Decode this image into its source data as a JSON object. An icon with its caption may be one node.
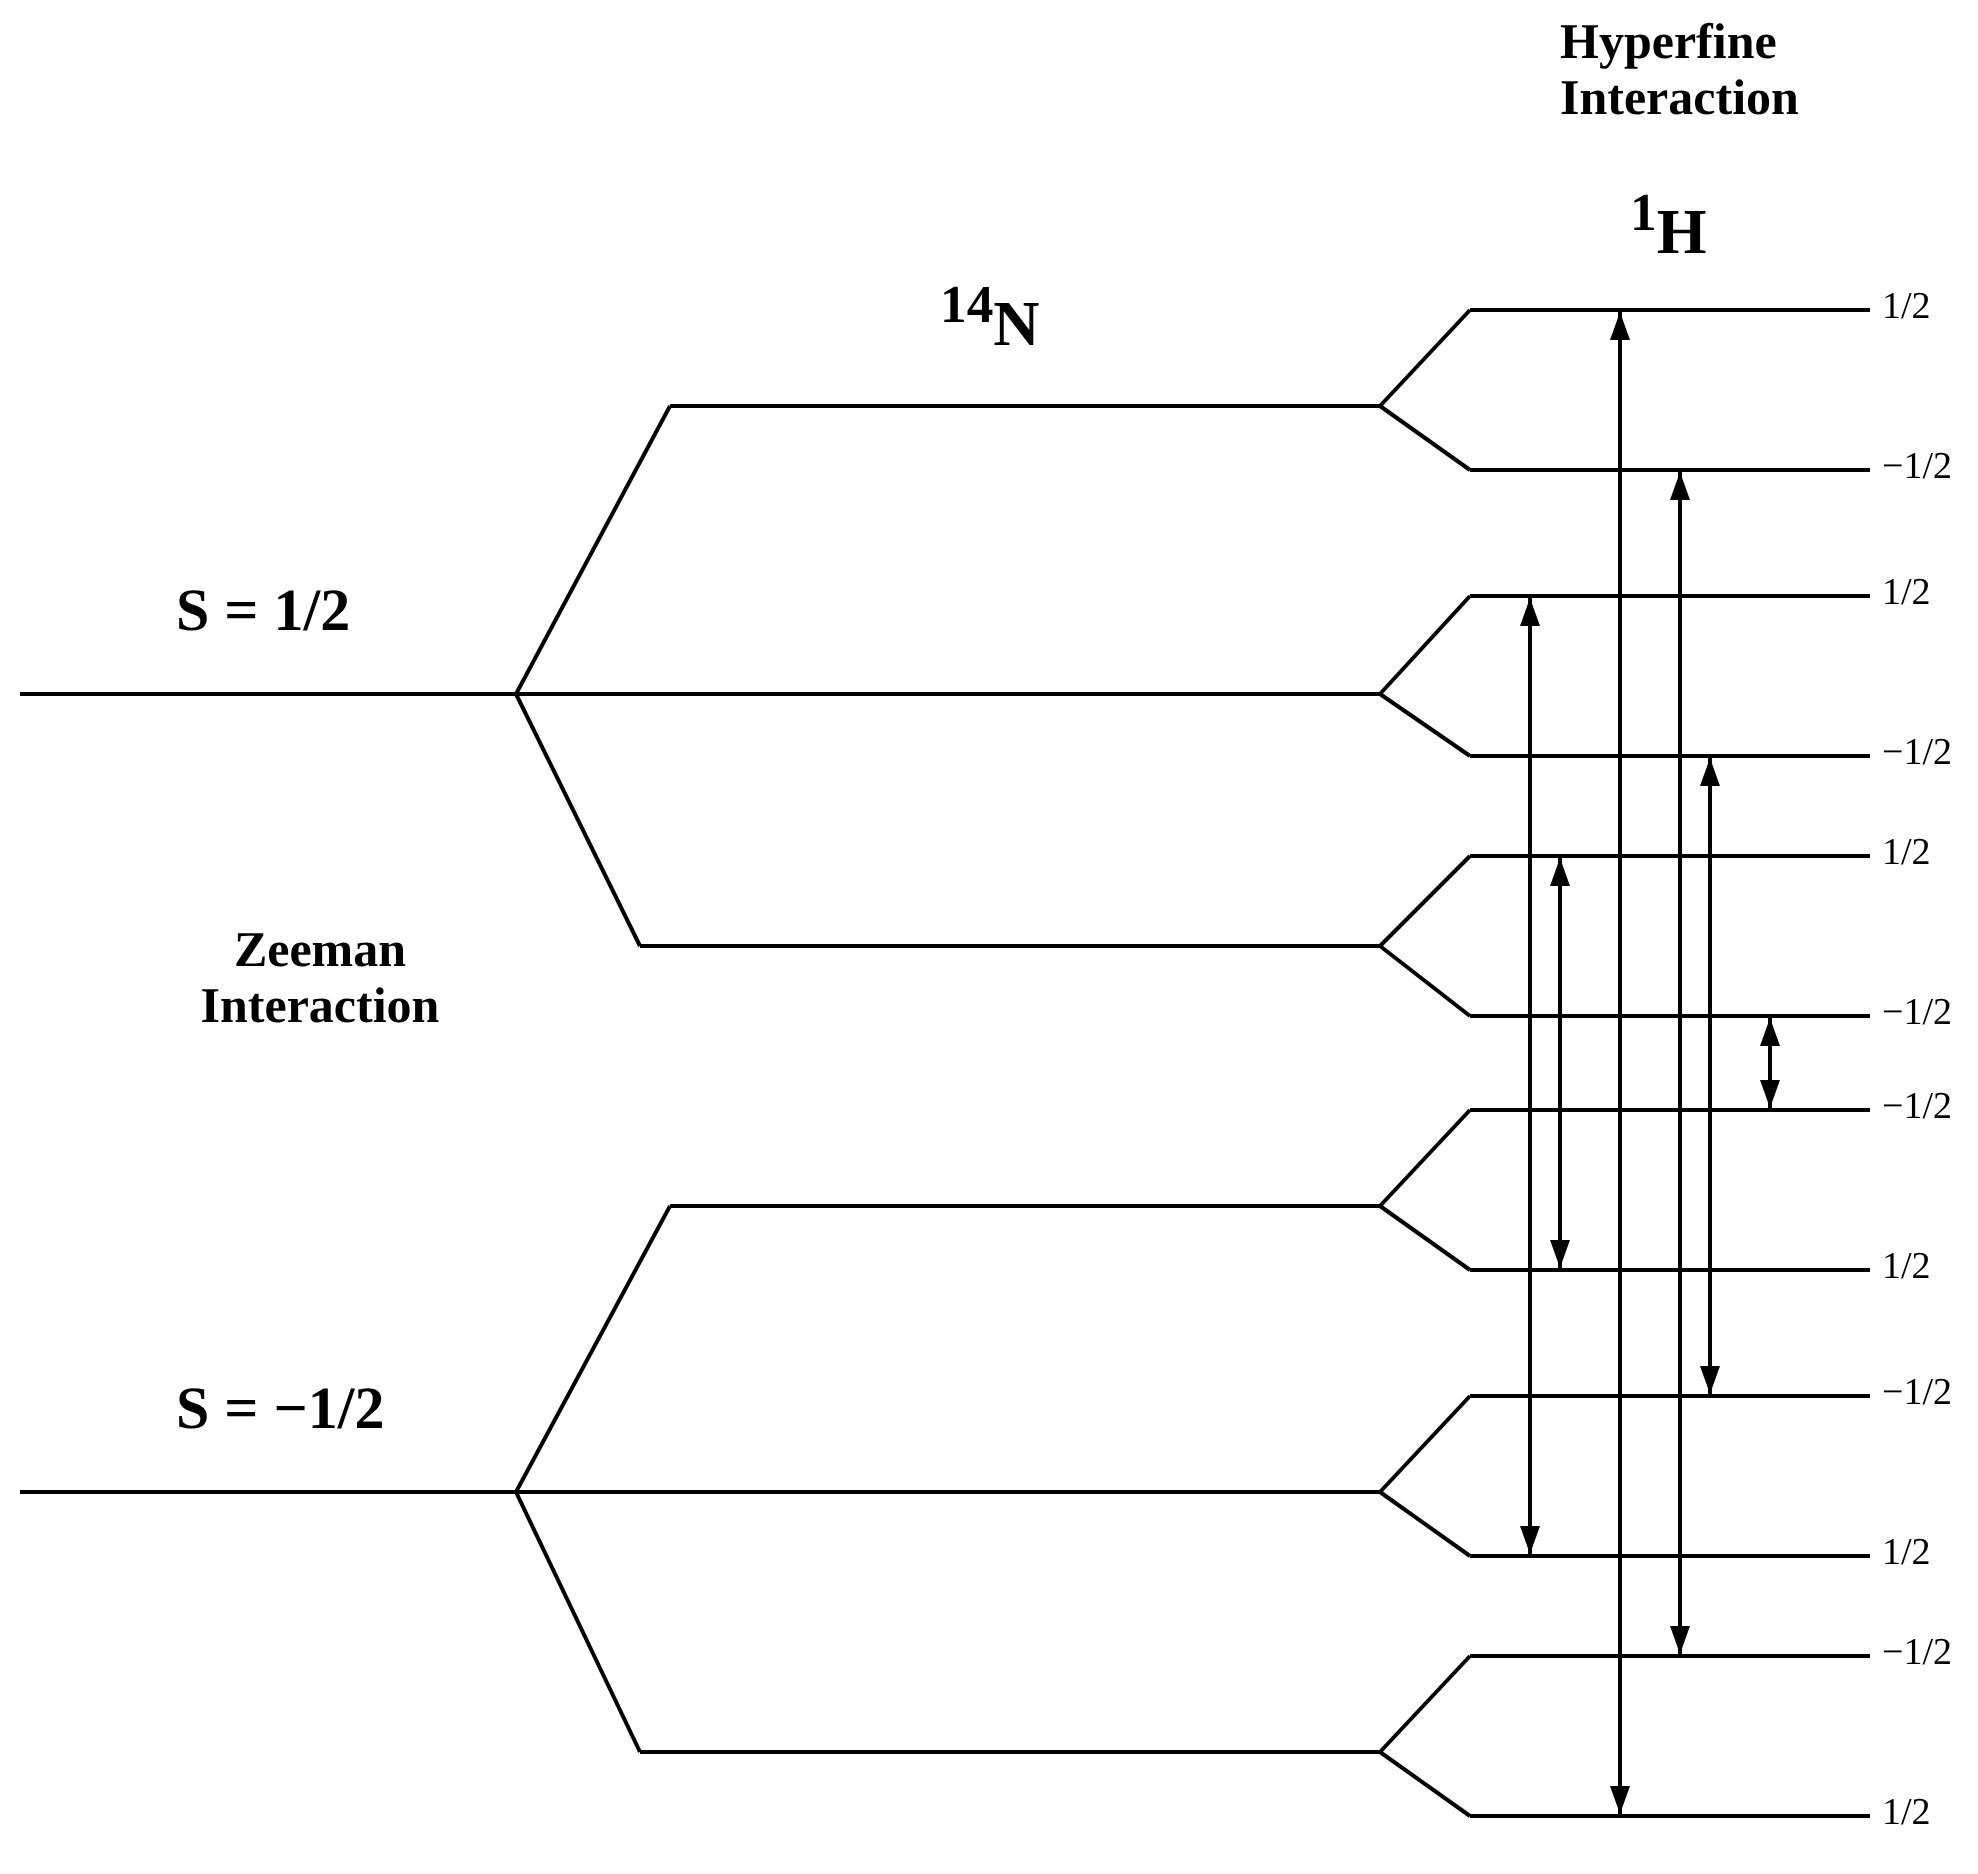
{
  "diagram": {
    "nodes": [
      {
        "text": [],
        "shape": "line",
        "beside": [
          "S = 1/2"
        ]
      },
      {
        "text": [],
        "shape": "line"
      },
      {
        "text": [],
        "shape": "line"
      },
      {
        "text": [],
        "shape": "line"
      },
      {
        "text": [],
        "shape": "line",
        "beside": [
          "S = −1/2"
        ]
      },
      {
        "text": [],
        "shape": "line"
      },
      {
        "text": [],
        "shape": "line"
      },
      {
        "text": [],
        "shape": "line"
      },
      {
        "text": [],
        "shape": "line",
        "beside": [
          "1/2"
        ]
      },
      {
        "text": [],
        "shape": "line",
        "beside": [
          "−1/2"
        ]
      },
      {
        "text": [],
        "shape": "line",
        "beside": [
          "1/2"
        ]
      },
      {
        "text": [],
        "shape": "line",
        "beside": [
          "−1/2"
        ]
      },
      {
        "text": [],
        "shape": "line",
        "beside": [
          "1/2"
        ]
      },
      {
        "text": [],
        "shape": "line",
        "beside": [
          "−1/2"
        ]
      },
      {
        "text": [],
        "shape": "line",
        "beside": [
          "−1/2"
        ]
      },
      {
        "text": [],
        "shape": "line",
        "beside": [
          "1/2"
        ]
      },
      {
        "text": [],
        "shape": "line",
        "beside": [
          "−1/2"
        ]
      },
      {
        "text": [],
        "shape": "line",
        "beside": [
          "1/2"
        ]
      },
      {
        "text": [],
        "shape": "line",
        "beside": [
          "−1/2"
        ]
      },
      {
        "text": [],
        "shape": "line",
        "beside": [
          "1/2"
        ]
      }
    ],
    "edges": [
      {
        "from": 0,
        "to": 1,
        "arrow": "none"
      },
      {
        "from": 0,
        "to": 3,
        "arrow": "none"
      },
      {
        "from": 4,
        "to": 5,
        "arrow": "none"
      },
      {
        "from": 4,
        "to": 7,
        "arrow": "none"
      },
      {
        "from": 1,
        "to": 8,
        "arrow": "none"
      },
      {
        "from": 1,
        "to": 9,
        "arrow": "none"
      },
      {
        "from": 2,
        "to": 10,
        "arrow": "none"
      },
      {
        "from": 2,
        "to": 11,
        "arrow": "none"
      },
      {
        "from": 3,
        "to": 12,
        "arrow": "none"
      },
      {
        "from": 3,
        "to": 13,
        "arrow": "none"
      },
      {
        "from": 5,
        "to": 14,
        "arrow": "none"
      },
      {
        "from": 5,
        "to": 15,
        "arrow": "none"
      },
      {
        "from": 6,
        "to": 16,
        "arrow": "none"
      },
      {
        "from": 6,
        "to": 17,
        "arrow": "none"
      },
      {
        "from": 7,
        "to": 18,
        "arrow": "none"
      },
      {
        "from": 7,
        "to": 19,
        "arrow": "none"
      },
      {
        "from": 8,
        "to": 19,
        "arrow": "both"
      },
      {
        "from": 9,
        "to": 18,
        "arrow": "both"
      },
      {
        "from": 10,
        "to": 17,
        "arrow": "both"
      },
      {
        "from": 11,
        "to": 16,
        "arrow": "both"
      },
      {
        "from": 12,
        "to": 15,
        "arrow": "both"
      },
      {
        "from": 13,
        "to": 14,
        "arrow": "both"
      }
    ],
    "labels": [
      "Hyperfine Interaction",
      "$^{1}$H",
      "$^{14}$N",
      "Zeeman Interaction"
    ]
  }
}
